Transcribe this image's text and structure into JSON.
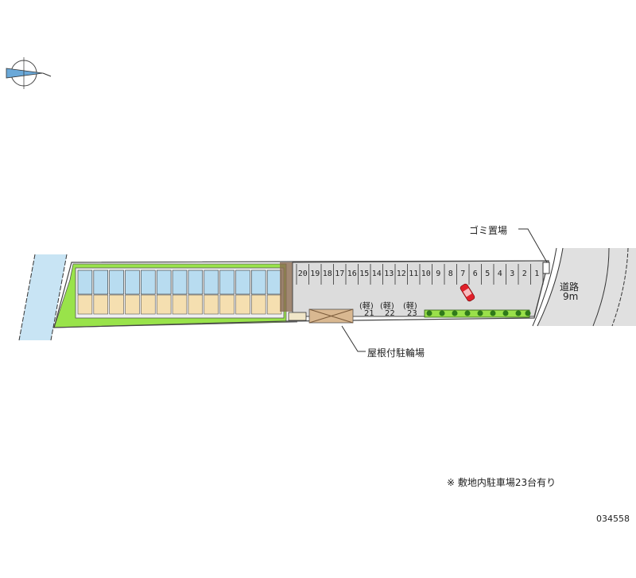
{
  "labels": {
    "garbage": "ゴミ置場",
    "road": "道路",
    "road_width": "9m",
    "bicycle": "屋根付駐輪場",
    "note": "※ 敷地内駐車場23台有り",
    "code": "034558"
  },
  "parking": {
    "stalls": [
      "20",
      "19",
      "18",
      "17",
      "16",
      "15",
      "14",
      "13",
      "12",
      "11",
      "10",
      "9",
      "8",
      "7",
      "6",
      "5",
      "4",
      "3",
      "2",
      "1"
    ],
    "kei_label": "(軽)",
    "kei_stalls": [
      "21",
      "22",
      "23"
    ]
  },
  "building_units": 13,
  "colors": {
    "lawn": "#99e34a",
    "lot": "#dcdcdc",
    "river": "#c8e4f4",
    "unit_room": "#f5dfb0",
    "unit_wet": "#b8dcf0",
    "car": "#e0202a",
    "road": "#e0e0e0"
  }
}
